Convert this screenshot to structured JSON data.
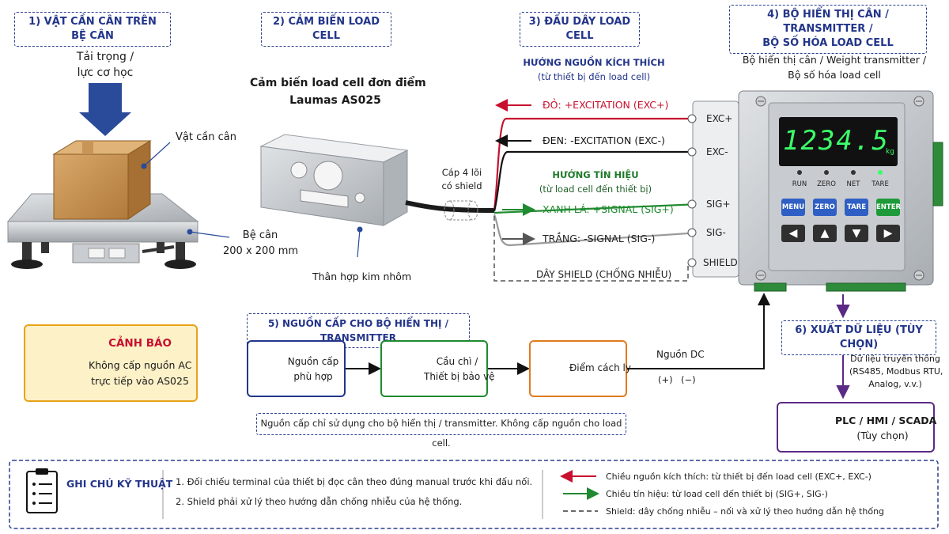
{
  "sections": {
    "s1": "1) VẬT CẦN CÂN TRÊN BỆ CÂN",
    "s2": "2) CẢM BIẾN LOAD CELL",
    "s3": "3) ĐẤU DÂY LOAD CELL",
    "s4_line1": "4) BỘ HIỂN THỊ CÂN / TRANSMITTER /",
    "s4_line2": "BỘ SỐ HÓA LOAD CELL",
    "s5": "5) NGUỒN CẤP CHO BỘ HIỂN THỊ / TRANSMITTER",
    "s6": "6) XUẤT DỮ LIỆU (TÙY CHỌN)"
  },
  "scale": {
    "load_line1": "Tải trọng /",
    "load_line2": "lực cơ học",
    "object": "Vật cần cân",
    "platform": "Bệ cân",
    "platform_size": "200 x 200 mm"
  },
  "sensor": {
    "title_line1": "Cảm biến load cell đơn điểm",
    "title_line2": "Laumas AS025",
    "body": "Thân hợp kim nhôm",
    "cable_line1": "Cáp 4 lõi",
    "cable_line2": "có shield"
  },
  "wiring": {
    "excitation_dir_line1": "HƯỚNG NGUỒN KÍCH THÍCH",
    "excitation_dir_line2": "(từ thiết bị đến load cell)",
    "red": "ĐỎ: +EXCITATION (EXC+)",
    "black": "ĐEN: -EXCITATION (EXC-)",
    "signal_dir_line1": "HƯỚNG TÍN HIỆU",
    "signal_dir_line2": "(từ load cell đến thiết bị)",
    "green": "XANH LÁ: +SIGNAL (SIG+)",
    "white": "TRẮNG: -SIGNAL (SIG-)",
    "shield": "DÂY SHIELD (CHỐNG NHIỄU)"
  },
  "terminals": [
    "EXC+",
    "EXC-",
    "SIG+",
    "SIG-",
    "SHIELD"
  ],
  "indicator": {
    "desc_line1": "Bộ hiển thị cân / Weight transmitter /",
    "desc_line2": "Bộ số hóa load cell",
    "display": "1234.5",
    "unit": "kg",
    "leds": [
      "RUN",
      "ZERO",
      "NET",
      "TARE"
    ],
    "buttons": [
      "MENU",
      "ZERO",
      "TARE",
      "ENTER"
    ],
    "arrows": [
      "◀",
      "▲",
      "▼",
      "▶"
    ]
  },
  "warning": {
    "title": "CẢNH BÁO",
    "line1": "Không cấp nguồn AC",
    "line2": "trực tiếp vào AS025"
  },
  "power": {
    "supply_line1": "Nguồn cấp",
    "supply_line2": "phù hợp",
    "fuse_line1": "Cầu chì /",
    "fuse_line2": "Thiết bị bảo vệ",
    "isolation": "Điểm cách ly",
    "dc": "Nguồn DC",
    "plus": "(+)",
    "minus": "(−)",
    "note": "Nguồn cấp chỉ sử dụng cho bộ hiển thị / transmitter. Không cấp nguồn cho load cell."
  },
  "output": {
    "data_line1": "Dữ liệu truyền thông",
    "data_line2": "(RS485, Modbus RTU,",
    "data_line3": "Analog, v.v.)",
    "plc_line1": "PLC / HMI / SCADA",
    "plc_line2": "(Tùy chọn)"
  },
  "notes": {
    "title": "GHI CHÚ KỸ THUẬT",
    "item1": "1.  Đối chiếu terminal của thiết bị đọc cân theo đúng manual trước khi đấu nối.",
    "item2": "2.  Shield phải xử lý theo hướng dẫn chống nhiễu của hệ thống.",
    "legend_red": "Chiều nguồn kích thích: từ thiết bị đến load cell (EXC+, EXC-)",
    "legend_green": "Chiều tín hiệu: từ load cell đến thiết bị (SIG+, SIG-)",
    "legend_shield": "Shield: dây chống nhiễu – nối và xử lý theo hướng dẫn hệ thống"
  },
  "colors": {
    "red": "#c8102e",
    "black": "#111111",
    "green": "#1f8a2f",
    "white_wire": "#8a8a8a",
    "purple": "#5b2a86",
    "navy": "#23358a",
    "orange": "#e07a1f",
    "display_green": "#3cff6a"
  }
}
